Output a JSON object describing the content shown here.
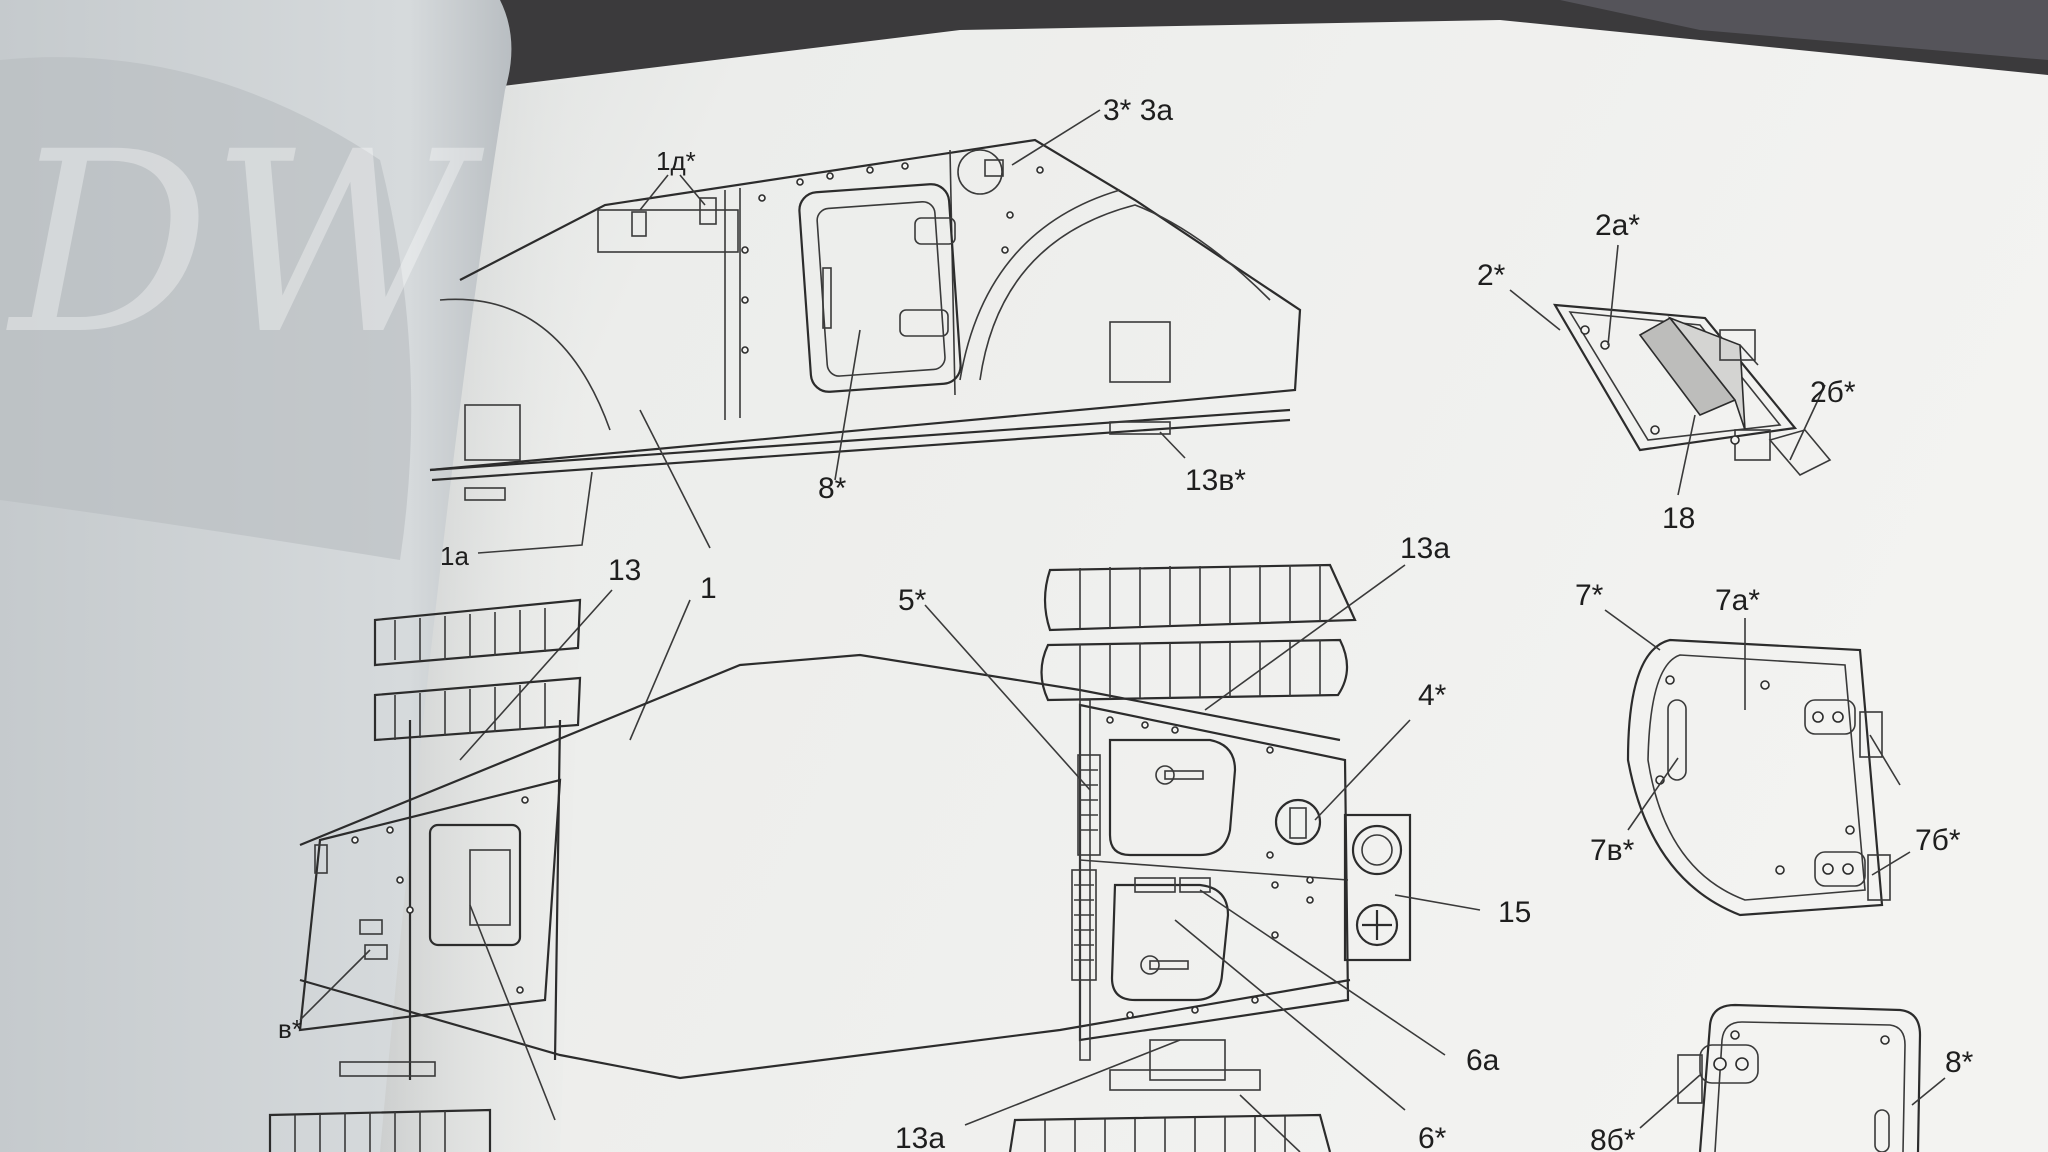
{
  "watermark": "DW",
  "labels": {
    "l_3_3a": "3* 3a",
    "l_1d": "1д*",
    "l_8": "8*",
    "l_13v": "13в*",
    "l_1a": "1a",
    "l_13": "13",
    "l_1": "1",
    "l_5": "5*",
    "l_13a_top": "13a",
    "l_4": "4*",
    "l_15": "15",
    "l_6a": "6a",
    "l_6": "6*",
    "l_13a_bottom": "13a",
    "l_v_left": "в*",
    "l_2": "2*",
    "l_2a": "2a*",
    "l_2b": "2б*",
    "l_18": "18",
    "l_7": "7*",
    "l_7a": "7a*",
    "l_7v": "7в*",
    "l_7b": "7б*",
    "l_8_right": "8*",
    "l_8b": "8б*"
  },
  "colors": {
    "background": "#3a3a3c",
    "page": "#eeeeec",
    "left_page": "#cfd3d6",
    "line": "#2c2c2c"
  }
}
